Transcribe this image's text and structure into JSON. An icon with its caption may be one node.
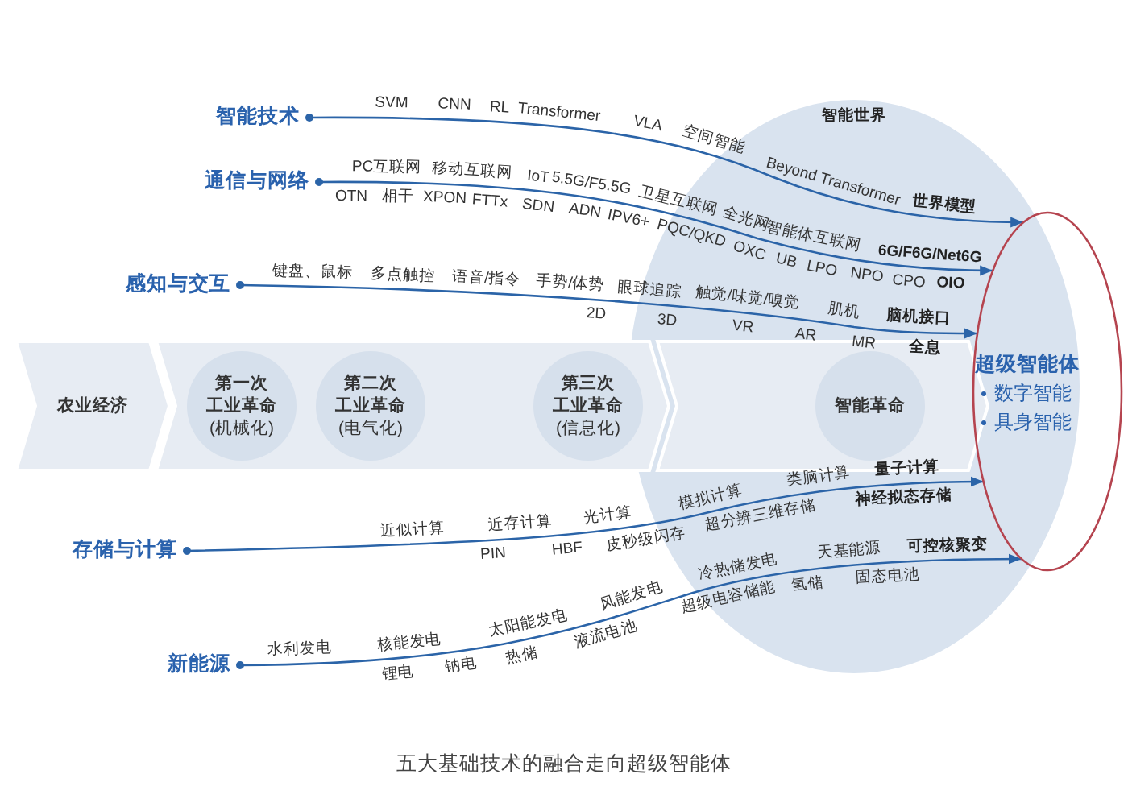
{
  "diagram": {
    "caption": "五大基础技术的融合走向超级智能体",
    "nodes": [
      {
        "text": [
          "智能技术"
        ]
      },
      {
        "text": [
          "通信与网络"
        ]
      },
      {
        "text": [
          "感知与交互"
        ]
      },
      {
        "text": [
          "存储与计算"
        ]
      },
      {
        "text": [
          "新能源"
        ]
      },
      {
        "text": [
          "超级智能体",
          "数字智能",
          "具身智能"
        ]
      },
      {
        "text": [
          "农业经济"
        ]
      },
      {
        "text": [],
        "shape": "chevron"
      },
      {
        "text": [
          "第一次",
          "工业革命",
          "(机械化)"
        ],
        "in": 7
      },
      {
        "text": [
          "第二次",
          "工业革命",
          "(电气化)"
        ],
        "in": 7
      },
      {
        "text": [
          "第三次",
          "工业革命",
          "(信息化)"
        ],
        "in": 7
      },
      {
        "text": [],
        "shape": "chevron"
      },
      {
        "text": [
          "智能革命"
        ],
        "in": 11
      }
    ],
    "edges": [
      {
        "from": 0,
        "to": 5,
        "arrow": "to"
      },
      {
        "from": 1,
        "to": 5,
        "arrow": "to"
      },
      {
        "from": 2,
        "to": 5,
        "arrow": "to"
      },
      {
        "from": 3,
        "to": 5,
        "arrow": "to"
      },
      {
        "from": 4,
        "to": 5,
        "arrow": "to"
      }
    ],
    "labels": [
      "智能世界",
      "SVM",
      "CNN",
      "RL",
      "Transformer",
      "VLA",
      "空间智能",
      "Beyond Transformer",
      "世界模型",
      "PC互联网",
      "移动互联网",
      "IoT",
      "5.5G/F5.5G",
      "卫星互联网",
      "全光网",
      "智能体互联网",
      "6G/F6G/Net6G",
      "OTN",
      "相干",
      "XPON",
      "FTTx",
      "SDN",
      "ADN",
      "IPV6+",
      "PQC/QKD",
      "OXC",
      "UB",
      "LPO",
      "NPO",
      "CPO",
      "OIO",
      "键盘、鼠标",
      "多点触控",
      "语音/指令",
      "手势/体势",
      "眼球追踪",
      "触觉/味觉/嗅觉",
      "肌机",
      "脑机接口",
      "2D",
      "3D",
      "VR",
      "AR",
      "MR",
      "全息",
      "近似计算",
      "近存计算",
      "光计算",
      "模拟计算",
      "类脑计算",
      "量子计算",
      "PIN",
      "HBF",
      "皮秒级闪存",
      "超分辨三维存储",
      "神经拟态存储",
      "水利发电",
      "核能发电",
      "太阳能发电",
      "风能发电",
      "冷热储发电",
      "天基能源",
      "可控核聚变",
      "锂电",
      "钠电",
      "热储",
      "液流电池",
      "超级电容储能",
      "氢储",
      "固态电池"
    ]
  }
}
